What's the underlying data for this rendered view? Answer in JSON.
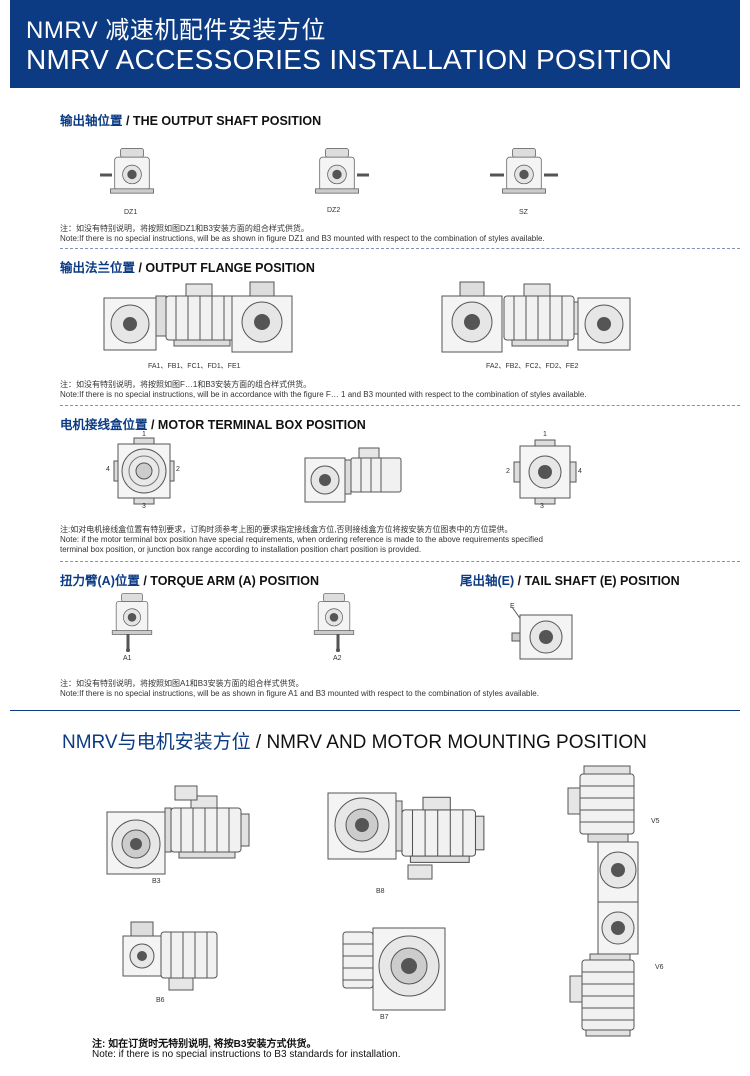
{
  "header": {
    "title_cn": "NMRV 减速机配件安装方位",
    "title_en": "NMRV ACCESSORIES INSTALLATION POSITION"
  },
  "output_shaft": {
    "title_cn": "输出轴位置",
    "title_en": " / THE OUTPUT SHAFT POSITION",
    "labels": [
      "DZ1",
      "DZ2",
      "SZ"
    ],
    "note_cn": "注：如没有特别说明，将按照如图DZ1和B3安装方面的组合样式供货。",
    "note_en": "Note:If there is no special instructions, will be as shown in figure DZ1 and B3 mounted with respect to the combination of styles available."
  },
  "output_flange": {
    "title_cn": "输出法兰位置",
    "title_en": " / OUTPUT FLANGE POSITION",
    "labels": [
      "FA1、FB1、FC1、FD1、FE1",
      "FA2、FB2、FC2、FD2、FE2"
    ],
    "note_cn": "注：如没有特别说明，将按照如图F…1和B3安装方面的组合样式供货。",
    "note_en": "Note:If there is no special instructions, will be in accordance with the figure F… 1 and B3 mounted with respect to the combination of styles available."
  },
  "terminal_box": {
    "title_cn": "电机接线盒位置",
    "title_en": " / MOTOR TERMINAL BOX POSITION",
    "left_numbers": [
      "1",
      "2",
      "3",
      "4"
    ],
    "right_numbers": [
      "1",
      "2",
      "3",
      "4"
    ],
    "note_cn": "注:如对电机接线盒位置有特别要求，订购时须参考上图的要求指定接线盒方位,否则接线盒方位将按安装方位图表中的方位提供。",
    "note_en_1": "Note: if the motor terminal box position have special requirements, when ordering reference is made to the above requirements specified",
    "note_en_2": "terminal box position, or junction box range according to installation position chart position is provided."
  },
  "torque_arm": {
    "title_cn": "扭力臂(A)位置",
    "title_en": " / TORQUE ARM (A) POSITION",
    "labels": [
      "A1",
      "A2"
    ]
  },
  "tail_shaft": {
    "title_cn": "尾出轴(E)",
    "title_en": " / TAIL SHAFT (E) POSITION",
    "label": "E"
  },
  "torque_note": {
    "cn": "注：如没有特别说明，将按照如图A1和B3安装方面的组合样式供货。",
    "en": "Note:If there is no special instructions, will be as shown in figure A1 and B3 mounted with respect to the combination of styles available."
  },
  "motor_mounting": {
    "title_cn": "NMRV与电机安装方位",
    "title_en": " / NMRV AND MOTOR MOUNTING POSITION",
    "labels": [
      "B3",
      "B8",
      "V5",
      "B6",
      "B7",
      "V6"
    ]
  },
  "footer": {
    "note_cn": "注: 如在订货时无特别说明, 将按B3安装方式供货。",
    "note_en": "Note: if there is no special instructions to B3 standards for installation."
  }
}
